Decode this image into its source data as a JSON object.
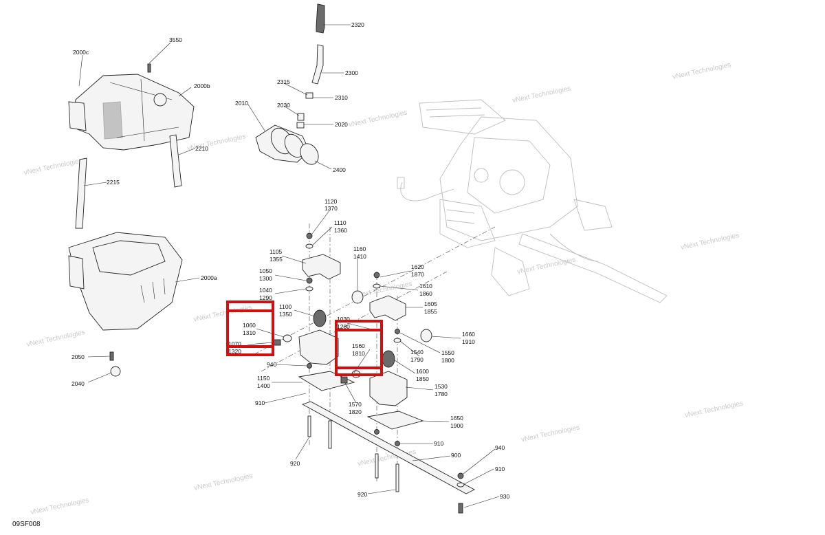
{
  "diagram_code": "09SF008",
  "watermark_text": "vNext Technologies",
  "highlight_color": "#d01010",
  "callouts": {
    "c3550": "3550",
    "c2000c": "2000c",
    "c2000b": "2000b",
    "c2210": "2210",
    "c2215": "2215",
    "c2000a": "2000a",
    "c2050": "2050",
    "c2040": "2040",
    "c2320": "2320",
    "c2300": "2300",
    "c2315": "2315",
    "c2310": "2310",
    "c2010": "2010",
    "c2030": "2030",
    "c2020": "2020",
    "c2400": "2400",
    "c1120": "1120",
    "c1370": "1370",
    "c1110": "1110",
    "c1360": "1360",
    "c1105": "1105",
    "c1355": "1355",
    "c1160": "1160",
    "c1410": "1410",
    "c1050": "1050",
    "c1300": "1300",
    "c1620": "1620",
    "c1870": "1870",
    "c1610": "1610",
    "c1860": "1860",
    "c1040": "1040",
    "c1290": "1290",
    "c1605": "1605",
    "c1855": "1855",
    "c1100": "1100",
    "c1350": "1350",
    "c1060": "1060",
    "c1310": "1310",
    "c1030": "1030",
    "c1280": "1280",
    "c1660": "1660",
    "c1910": "1910",
    "c1070": "1070",
    "c1320": "1320",
    "c1560": "1560",
    "c1810": "1810",
    "c1540": "1540",
    "c1790": "1790",
    "c1550": "1550",
    "c1800": "1800",
    "c940a": "940",
    "c1600": "1600",
    "c1850": "1850",
    "c1150": "1150",
    "c1400": "1400",
    "c1530": "1530",
    "c1780": "1780",
    "c1570": "1570",
    "c1820": "1820",
    "c910a": "910",
    "c1650": "1650",
    "c1900": "1900",
    "c910b": "910",
    "c920a": "920",
    "c900": "900",
    "c940b": "940",
    "c910c": "910",
    "c920b": "920",
    "c930": "930"
  }
}
